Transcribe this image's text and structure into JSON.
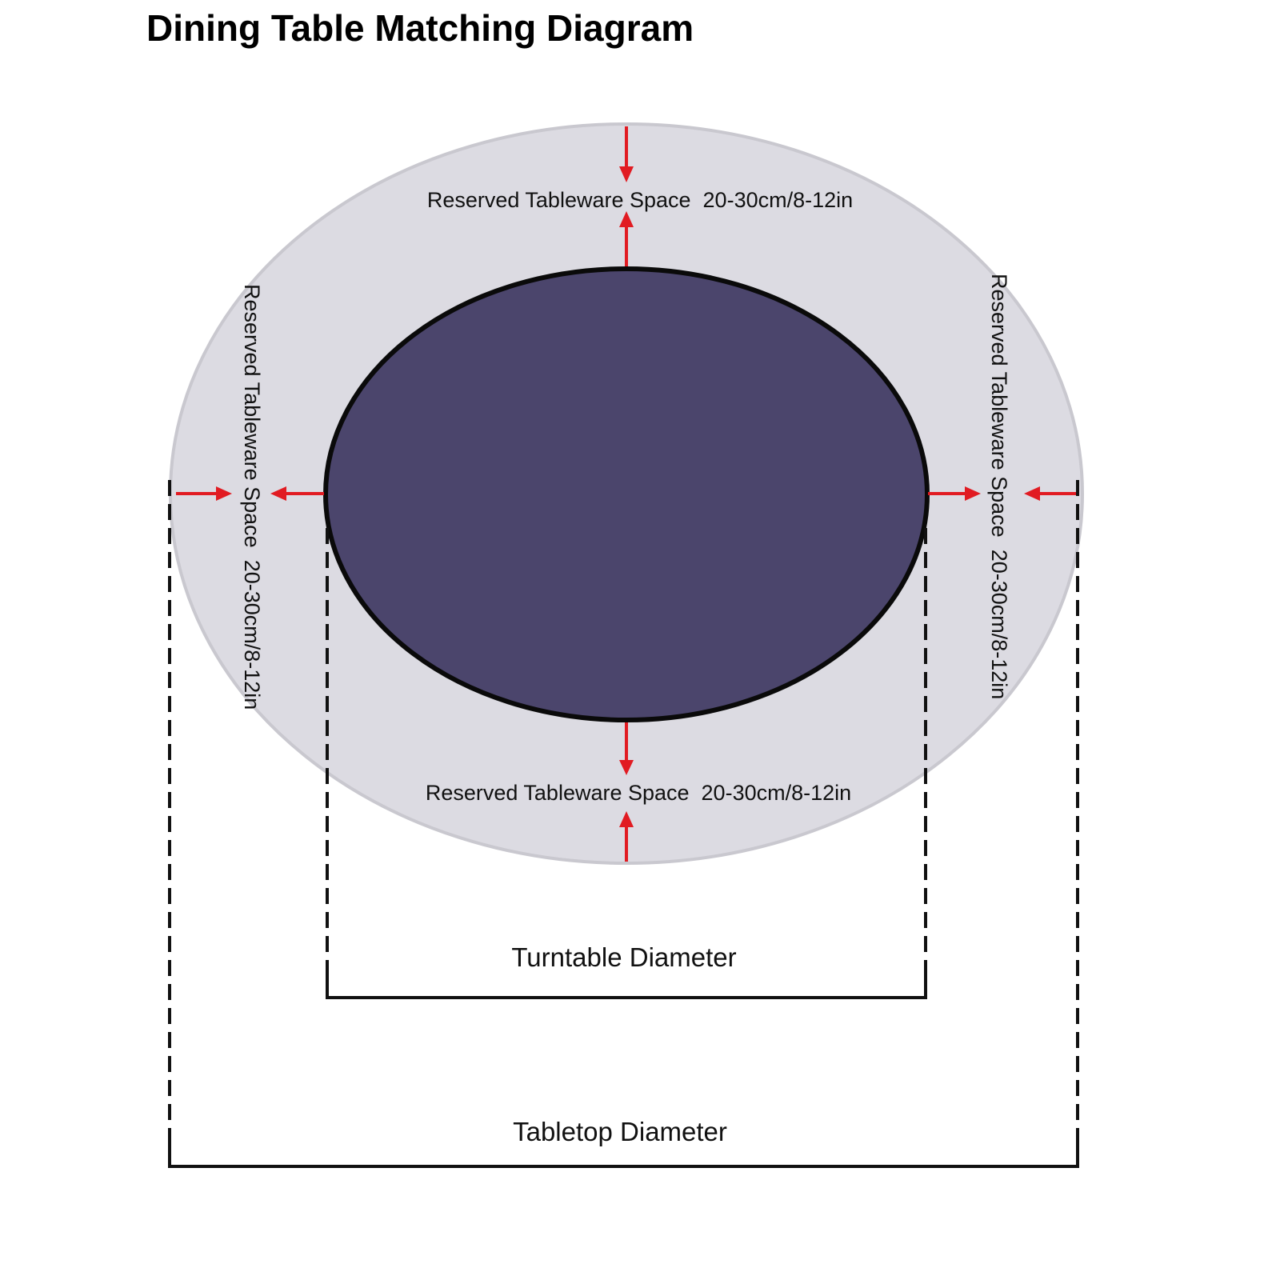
{
  "title": "Dining Table Matching Diagram",
  "labels": {
    "reserved_top": "Reserved Tableware Space  20-30cm/8-12in",
    "reserved_bottom": "Reserved Tableware Space  20-30cm/8-12in",
    "reserved_left": "Reserved Tableware Space  20-30cm/8-12in",
    "reserved_right": "Reserved Tableware Space  20-30cm/8-12in",
    "turntable_diameter": "Turntable Diameter",
    "tabletop_diameter": "Tabletop Diameter"
  },
  "colors": {
    "tabletop": "#dcdbe2",
    "tabletop_edge": "#c9c8cf",
    "turntable": "#4b456c",
    "arrow": "#e11b22",
    "line": "#111111"
  }
}
